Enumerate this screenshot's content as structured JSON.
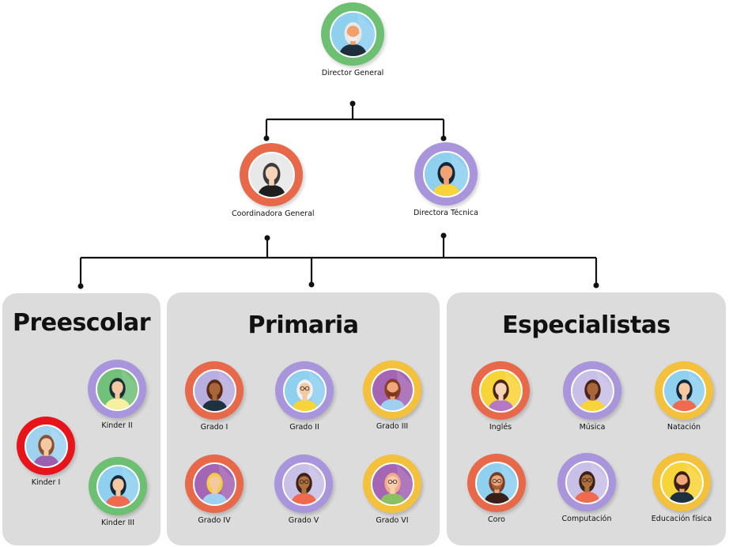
{
  "colors": {
    "green": "#6dbf72",
    "orange": "#e8694a",
    "purple": "#a995dc",
    "yellow": "#f4c13d",
    "red": "#e8141b",
    "panel": "#dcdcdc",
    "line": "#111111"
  },
  "top": {
    "director": {
      "label": "Director General",
      "ring": "green",
      "avatar": "old-man-beard"
    },
    "coordinadora": {
      "label": "Coordinadora General",
      "ring": "orange",
      "avatar": "woman-suit"
    },
    "directora": {
      "label": "Directora Técnica",
      "ring": "purple",
      "avatar": "woman-yellow"
    }
  },
  "panels": {
    "preescolar": {
      "title": "Preescolar",
      "members": [
        {
          "label": "Kinder II",
          "ring": "purple",
          "avatar": "girl-long-hair"
        },
        {
          "label": "Kinder I",
          "ring": "red",
          "avatar": "woman-brown-hair"
        },
        {
          "label": "Kinder III",
          "ring": "green",
          "avatar": "woman-dark-hair"
        }
      ]
    },
    "primaria": {
      "title": "Primaria",
      "members": [
        {
          "label": "Grado I",
          "ring": "orange",
          "avatar": "curly-man"
        },
        {
          "label": "Grado II",
          "ring": "purple",
          "avatar": "old-woman-glasses"
        },
        {
          "label": "Grado III",
          "ring": "yellow",
          "avatar": "bearded-man"
        },
        {
          "label": "Grado IV",
          "ring": "orange",
          "avatar": "blonde-woman"
        },
        {
          "label": "Grado V",
          "ring": "purple",
          "avatar": "woman-glasses-curly"
        },
        {
          "label": "Grado VI",
          "ring": "yellow",
          "avatar": "woman-bun-glasses"
        }
      ]
    },
    "especialistas": {
      "title": "Especialistas",
      "members": [
        {
          "label": "Inglés",
          "ring": "orange",
          "avatar": "girl-bangs"
        },
        {
          "label": "Música",
          "ring": "purple",
          "avatar": "afro-woman"
        },
        {
          "label": "Natación",
          "ring": "yellow",
          "avatar": "woman-dark-hair"
        },
        {
          "label": "Coro",
          "ring": "orange",
          "avatar": "man-glasses-beard"
        },
        {
          "label": "Computación",
          "ring": "purple",
          "avatar": "woman-glasses-curly"
        },
        {
          "label": "Educación física",
          "ring": "yellow",
          "avatar": "bearded-man-jacket"
        }
      ]
    }
  }
}
